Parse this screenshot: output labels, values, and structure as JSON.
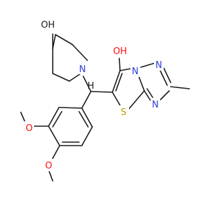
{
  "colors": {
    "bond": "#1a1a1a",
    "oxygen": "#ff0d0d",
    "nitrogen": "#2a3bd6",
    "sulfur": "#b8a200",
    "carbon_hydrogen": "#1a1a1a",
    "background": "#ffffff"
  },
  "atoms": {
    "piperidine_oh": "OH",
    "piperidine_n": "N",
    "bridge_h": "H",
    "thiazole_oh": "OH",
    "ring_n1": "N",
    "ring_n2": "N",
    "ring_n3": "N",
    "sulfur": "S",
    "methoxy_o1": "O",
    "methoxy_o2": "O"
  }
}
